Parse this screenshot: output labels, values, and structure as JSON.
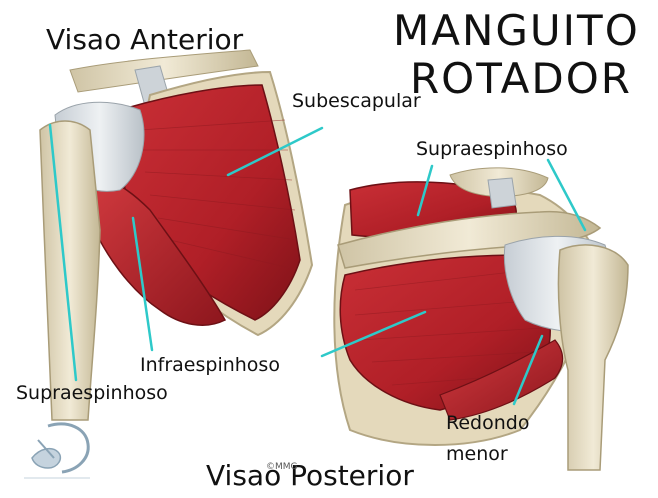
{
  "title": {
    "line1": "MANGUITO",
    "line2": "ROTADOR"
  },
  "views": {
    "anterior": "Visao Anterior",
    "posterior": "Visao Posterior"
  },
  "labels": {
    "subescapular": "Subescapular",
    "supraespinhoso_posterior": "Supraespinhoso",
    "supraespinhoso_anterior": "Supraespinhoso",
    "infraespinhoso": "Infraespinhoso",
    "redondo_line1": "Redondo",
    "redondo_line2": "menor"
  },
  "credit": "©MMG",
  "colors": {
    "muscle": "#b8232b",
    "muscle_dark": "#7e1218",
    "bone": "#e9e0c6",
    "bone_shadow": "#b9ae8e",
    "tendon": "#d9dee3",
    "leader_line": "#2ec9c9"
  },
  "icons": {
    "logo": "shoulder-logo-icon"
  }
}
